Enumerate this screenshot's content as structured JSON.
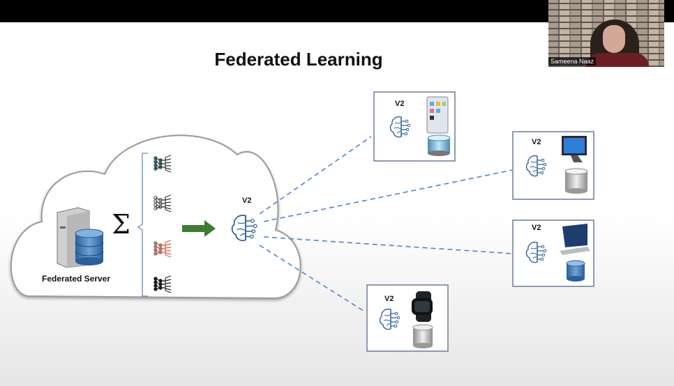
{
  "slide": {
    "title": "Federated Learning",
    "server_label": "Federated Server",
    "sum_symbol": "Σ",
    "global_model_label": "V2",
    "local_models": [
      "colored-network-1",
      "outline-network",
      "colored-network-2",
      "black-network"
    ],
    "devices": [
      {
        "label": "V2",
        "device": "smartphone"
      },
      {
        "label": "V2",
        "device": "desktop-monitor"
      },
      {
        "label": "V2",
        "device": "laptop"
      },
      {
        "label": "V2",
        "device": "smartwatch"
      }
    ],
    "colors": {
      "arrow": "#3b7d2c",
      "dashes": "#4a86c8",
      "brain": "#2f5f9e",
      "box_border": "#6a7c96"
    }
  },
  "video": {
    "participant_name": "Sameena Naaz"
  }
}
